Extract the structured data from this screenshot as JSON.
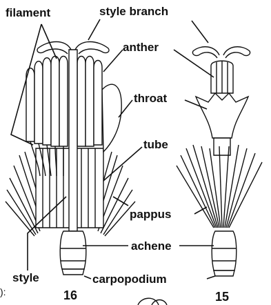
{
  "labels": {
    "filament": "filament",
    "style_branch": "style branch",
    "anther": "anther",
    "throat": "throat",
    "tube": "tube",
    "pappus": "pappus",
    "achene": "achene",
    "style": "style",
    "carpopodium": "carpopodium"
  },
  "figure_numbers": {
    "left": "16",
    "right": "15"
  },
  "edge_mark": "):"
}
